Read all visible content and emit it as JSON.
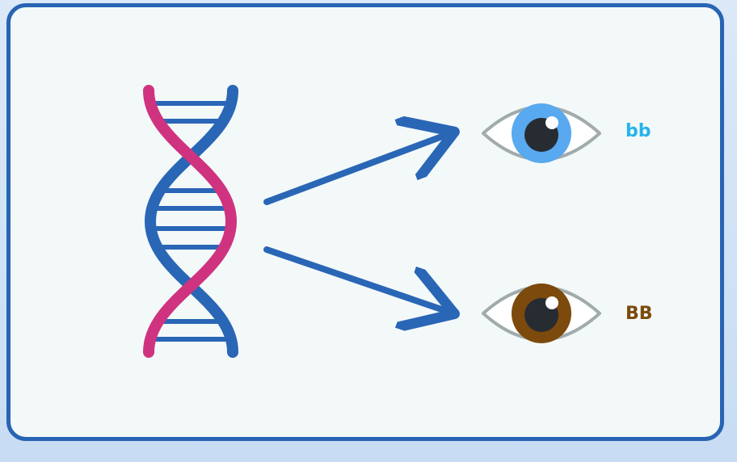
{
  "diagram": {
    "colors": {
      "frame_border": "#2864b4",
      "frame_fill": "#f3f9f9",
      "strand_blue": "#2a66b6",
      "strand_pink": "#cf3380",
      "arrow": "#2a66b6",
      "eye_outline": "#a2abac",
      "blue_iris": "#58a9ef",
      "brown_iris": "#7c4a0c",
      "pupil": "#272c33"
    },
    "icons": [
      "dna-helix-icon",
      "arrow-icon",
      "eye-icon"
    ],
    "outcomes": [
      {
        "genotype": "bb",
        "eye_color": "blue",
        "label_color": "#25b3ea"
      },
      {
        "genotype": "BB",
        "eye_color": "brown",
        "label_color": "#7c4a0c"
      }
    ]
  }
}
